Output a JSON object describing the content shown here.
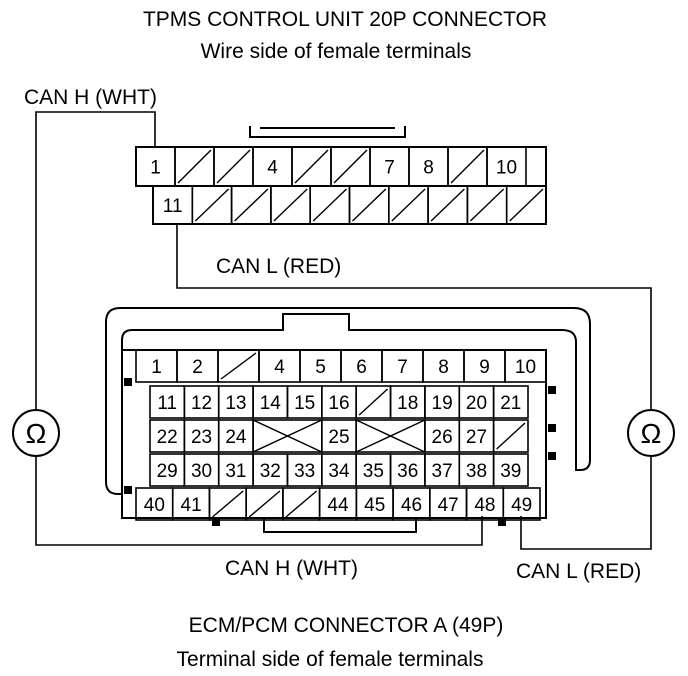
{
  "titles": {
    "tpms_title": "TPMS CONTROL UNIT 20P CONNECTOR",
    "tpms_subtitle": "Wire side of female terminals",
    "ecm_title": "ECM/PCM CONNECTOR A (49P)",
    "ecm_subtitle": "Terminal side of female terminals"
  },
  "wires": {
    "can_h_top": "CAN H (WHT)",
    "can_l_top": "CAN L (RED)",
    "can_h_bottom": "CAN H (WHT)",
    "can_l_bottom": "CAN L (RED)"
  },
  "meters": {
    "left_symbol": "Ω",
    "right_symbol": "Ω"
  },
  "tpms_connector": {
    "row1": [
      "1",
      "",
      "",
      "4",
      "",
      "",
      "7",
      "8",
      "",
      "10"
    ],
    "row2": [
      "11",
      "",
      "",
      "",
      "",
      "",
      "",
      "",
      "",
      ""
    ]
  },
  "ecm_connector": {
    "row1": [
      "1",
      "2",
      "",
      "4",
      "5",
      "6",
      "7",
      "8",
      "9",
      "10"
    ],
    "row2": [
      "11",
      "12",
      "13",
      "14",
      "15",
      "16",
      "",
      "18",
      "19",
      "20",
      "21"
    ],
    "row3": [
      "22",
      "23",
      "24",
      "X",
      "",
      "25",
      "X",
      "",
      "26",
      "27",
      ""
    ],
    "row4": [
      "29",
      "30",
      "31",
      "32",
      "33",
      "34",
      "35",
      "36",
      "37",
      "38",
      "39"
    ],
    "row5": [
      "40",
      "41",
      "",
      "",
      "",
      "44",
      "45",
      "46",
      "47",
      "48",
      "49"
    ]
  }
}
